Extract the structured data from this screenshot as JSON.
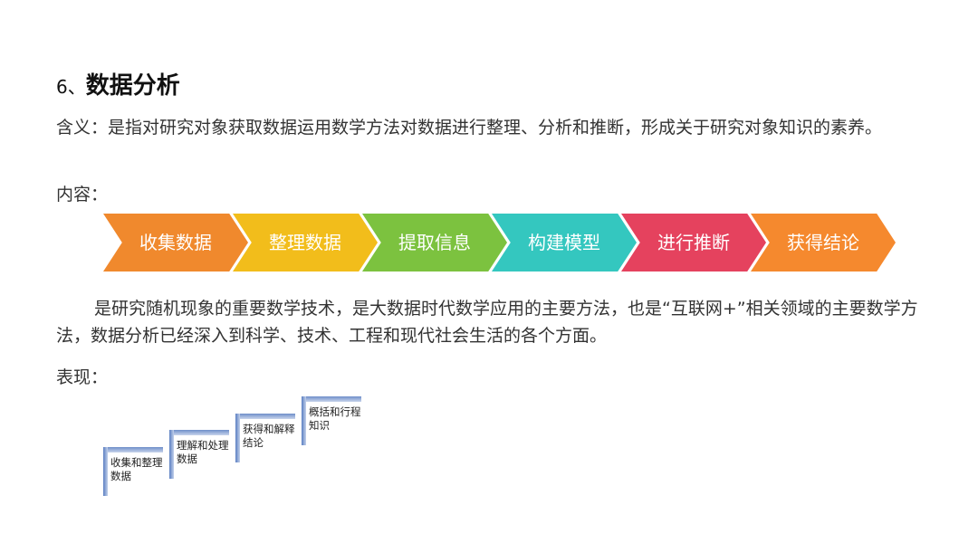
{
  "title": {
    "number": "6、",
    "text": "数据分析"
  },
  "meaning": "含义：是指对研究对象获取数据运用数学方法对数据进行整理、分析和推断，形成关于研究对象知识的素养。",
  "content_label": "内容：",
  "process_steps": [
    {
      "label": "收集数据",
      "color": "#f0892d"
    },
    {
      "label": "整理数据",
      "color": "#f2bd1b"
    },
    {
      "label": "提取信息",
      "color": "#7cc23f"
    },
    {
      "label": "构建模型",
      "color": "#34c7bf"
    },
    {
      "label": "进行推断",
      "color": "#e5425e"
    },
    {
      "label": "获得结论",
      "color": "#f5892e"
    }
  ],
  "description": "是研究随机现象的重要数学技术，是大数据时代数学应用的主要方法，也是“互联网+”相关领域的主要数学方法，数据分析已经深入到科学、技术、工程和现代社会生活的各个方面。",
  "manifestation_label": "表现：",
  "stairs": [
    {
      "label": "收集和整理数据"
    },
    {
      "label": "理解和处理数据"
    },
    {
      "label": "获得和解释结论"
    },
    {
      "label": "概括和行程知识"
    }
  ]
}
